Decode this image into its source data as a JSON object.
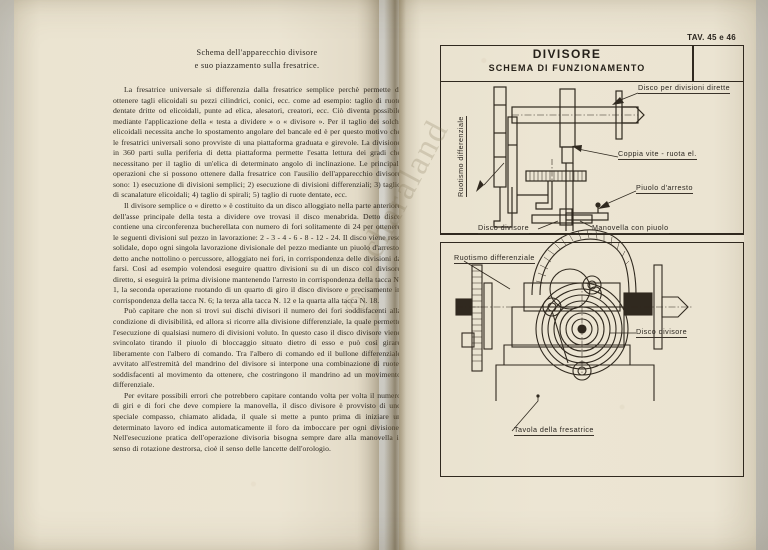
{
  "document": {
    "language": "Italian",
    "watermark": "charaland"
  },
  "left_page": {
    "heading": {
      "line1": "Schema dell'apparecchio divisore",
      "line2": "e suo piazzamento sulla fresatrice."
    },
    "paragraphs": [
      "La fresatrice universale si differenzia dalla fresatrice semplice perchè permette di ottenere tagli elicoidali su pezzi cilindrici, conici, ecc. come ad esempio: taglio di ruote dentate dritte od elicoidali, punte ad elica, alesatori, creatori, ecc. Ciò diventa possibile mediante l'applicazione della « testa a dividere » o « divisore ». Per il taglio dei solchi elicoidali necessita anche lo spostamento angolare del bancale ed è per questo motivo che le fresatrici universali sono provviste di una piattaforma graduata e girevole. La divisione in 360 parti sulla periferia di detta piattaforma permette l'esatta lettura dei gradi che necessitano per il taglio di un'elica di determinato angolo di inclinazione. Le principali operazioni che si possono ottenere dalla fresatrice con l'ausilio dell'apparecchio divisore sono: 1) esecuzione di divisioni semplici; 2) esecuzione di divisioni differenziali; 3) taglio di scanalature elicoidali; 4) taglio di spirali; 5) taglio di ruote dentate, ecc.",
      "Il divisore semplice o « diretto » è costituito da un disco alloggiato nella parte anteriore dell'asse principale della testa a dividere ove trovasi il disco menabrida. Detto disco contiene una circonferenza bucherellata con numero di fori solitamente di 24 per ottenere le seguenti divisioni sul pezzo in lavorazione: 2 - 3 - 4 - 6 - 8 - 12 - 24. Il disco viene reso solidale, dopo ogni singola lavorazione divisionale del pezzo mediante un piuolo d'arresto, detto anche nottolino o percussore, alloggiato nei fori, in corrispondenza delle divisioni da farsi. Così ad esempio volendosi eseguire quattro divisioni su di un disco col divisore diretto, si eseguirà la prima divisione mantenendo l'arresto in corrispondenza della tacca N. 1, la seconda operazione ruotando di un quarto di giro il disco divisore e precisamente in corrispondenza della tacca N. 6; la terza alla tacca N. 12 e la quarta alla tacca N. 18.",
      "Può capitare che non si trovi sui dischi divisori il numero dei fori soddisfacenti alla condizione di divisibilità, ed allora si ricorre alla divisione differenziale, la quale permette l'esecuzione di qualsiasi numero di divisioni voluto. In questo caso il disco divisore viene svincolato tirando il piuolo di bloccaggio situato dietro di esso e può così girare liberamente con l'albero di comando. Tra l'albero di comando ed il bullone differenziale avvitato all'estremità del mandrino del divisore si interpone una combinazione di ruote, soddisfacenti al movimento da ottenere, che costringono il mandrino ad un movimento differenziale.",
      "Per evitare possibili errori che potrebbero capitare contando volta per volta il numero di giri e di fori che deve compiere la manovella, il disco divisore è provvisto di uno speciale compasso, chiamato alidada, il quale si mette a punto prima di iniziare un determinato lavoro ed indica automaticamente il foro da imboccare per ogni divisione. Nell'esecuzione pratica dell'operazione divisoria bisogna sempre dare alla manovella il senso di rotazione destrorsa, cioè il senso delle lancette dell'orologio."
    ]
  },
  "right_page": {
    "plate_reference": "TAV. 45 e 46",
    "plate_title": "DIVISORE",
    "plate_subtitle": "SCHEMA  DI  FUNZIONAMENTO",
    "top_panel_labels": [
      "Ruotismo  differenziale",
      "Disco per divisioni dirette",
      "Coppia  vite - ruota el.",
      "Piuolo  d'arresto",
      "Disco  divisore",
      "Manovella  con piuolo"
    ],
    "bottom_panel_labels": [
      "Ruotismo differenziale",
      "Disco divisore",
      "Tavola della fresatrice"
    ]
  }
}
